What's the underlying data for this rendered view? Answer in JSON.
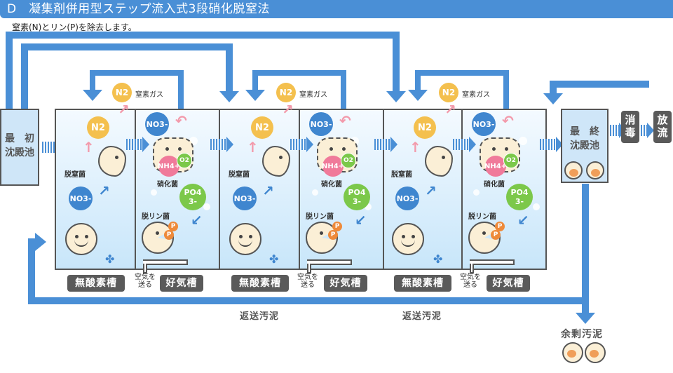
{
  "header": {
    "title": "D　凝集剤併用型ステップ流入式3段硝化脱窒法",
    "subtitle": "窒素(N)とリン(P)を除去します。"
  },
  "colors": {
    "pipe": "#4a8fd6",
    "label_box": "#5a5a5a",
    "n2": "#f4c04e",
    "no3": "#3f86cf",
    "po4": "#7cc84a",
    "nh4": "#f07a9a",
    "phosphorus": "#ee8a3a",
    "tank_bg": "#c8e6fa"
  },
  "primary_settling": {
    "label_line1": "最　初",
    "label_line2": "沈殿池"
  },
  "stages": [
    {
      "gas_label": "窒素ガス",
      "n2_gas": "N2",
      "anoxic": {
        "n2": "N2",
        "bacteria": "脱窒菌",
        "no3": "NO3-",
        "label": "無酸素槽"
      },
      "aerobic": {
        "no3": "NO3-",
        "nh4": "NH4+",
        "o2": "O2",
        "nitrifier": "硝化菌",
        "po4": "PO4 3-",
        "p_bacteria": "脱リン菌",
        "p1": "P",
        "p2": "P",
        "air_line1": "空気を",
        "air_line2": "送る",
        "label": "好気槽"
      }
    },
    {
      "gas_label": "窒素ガス",
      "n2_gas": "N2",
      "anoxic": {
        "n2": "N2",
        "bacteria": "脱窒菌",
        "no3": "NO3-",
        "label": "無酸素槽"
      },
      "aerobic": {
        "no3": "NO3-",
        "nh4": "NH4+",
        "o2": "O2",
        "nitrifier": "硝化菌",
        "po4": "PO4 3-",
        "p_bacteria": "脱リン菌",
        "p1": "P",
        "p2": "P",
        "air_line1": "空気を",
        "air_line2": "送る",
        "label": "好気槽"
      }
    },
    {
      "gas_label": "窒素ガス",
      "n2_gas": "N2",
      "anoxic": {
        "n2": "N2",
        "bacteria": "脱窒菌",
        "no3": "NO3-",
        "label": "無酸素槽"
      },
      "aerobic": {
        "no3": "NO3-",
        "nh4": "NH4+",
        "o2": "O2",
        "nitrifier": "硝化菌",
        "po4": "PO4 3-",
        "p_bacteria": "脱リン菌",
        "p1": "P",
        "p2": "P",
        "air_line1": "空気を",
        "air_line2": "送る",
        "label": "好気槽"
      }
    }
  ],
  "final_settling": {
    "label_line1": "最　終",
    "label_line2": "沈殿池"
  },
  "disinfection": {
    "line1": "消",
    "line2": "毒"
  },
  "discharge": {
    "line1": "放",
    "line2": "流"
  },
  "return_sludge": [
    "返送汚泥",
    "返送汚泥"
  ],
  "excess_sludge": "余剰汚泥"
}
